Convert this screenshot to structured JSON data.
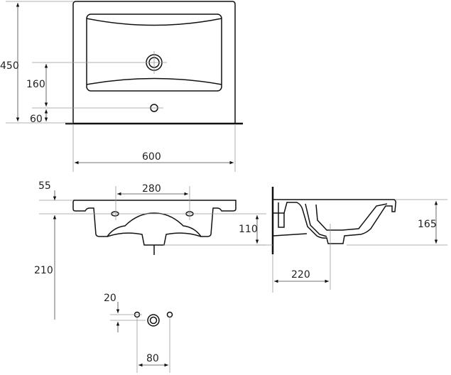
{
  "top_view": {
    "width": "600",
    "depth": "450",
    "drain_to_overflow": "160",
    "overflow_to_edge": "60"
  },
  "front_view": {
    "depth_top": "55",
    "tap_spacing": "280",
    "bowl_height": "110",
    "mount_height": "210"
  },
  "side_view": {
    "height": "165",
    "drain_offset": "220"
  },
  "tap_holes": {
    "offset": "20",
    "spacing": "80"
  }
}
